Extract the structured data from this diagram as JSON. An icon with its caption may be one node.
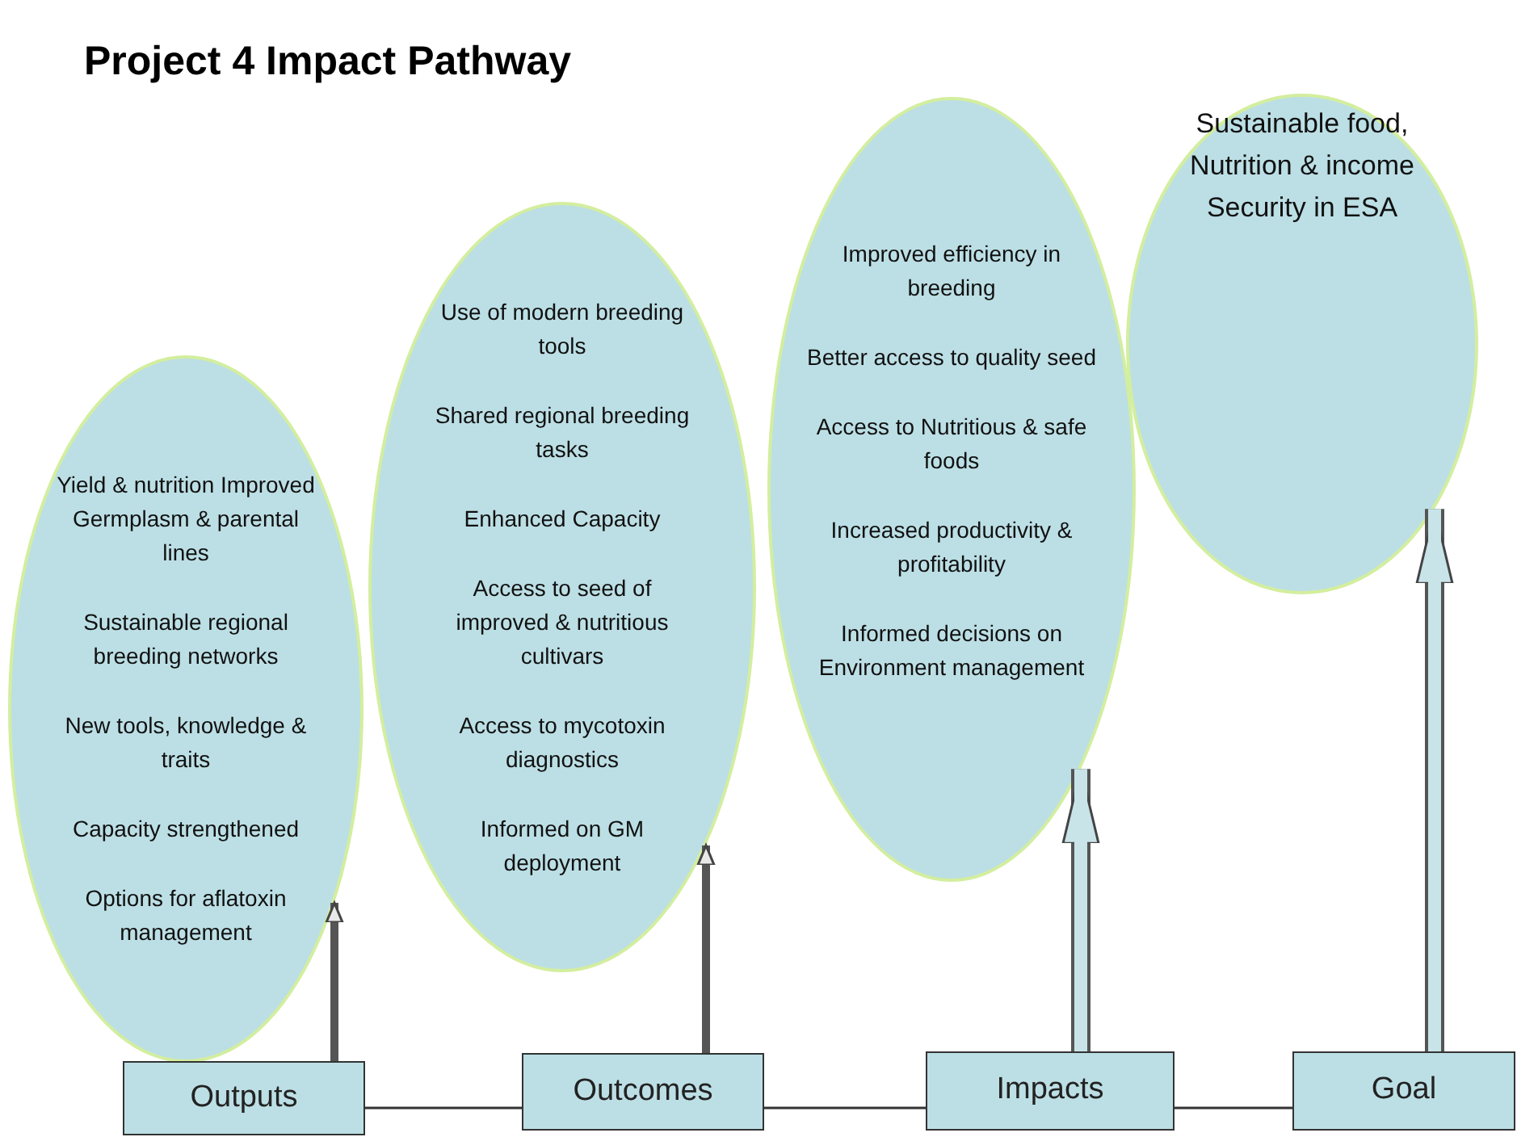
{
  "diagram": {
    "title": "Project 4 Impact Pathway",
    "nodes": [
      {
        "text": [
          "Yield & nutrition Improved Germplasm & parental lines",
          "Sustainable regional breeding networks",
          "New tools, knowledge & traits",
          "Capacity strengthened",
          "Options for aflatoxin management"
        ]
      },
      {
        "text": [
          "Use of modern breeding tools",
          "Shared regional breeding tasks",
          "Enhanced Capacity",
          "Access to seed of improved & nutritious cultivars",
          "Access to mycotoxin diagnostics",
          "Informed on GM deployment"
        ]
      },
      {
        "text": [
          "Improved efficiency in breeding",
          "Better access to quality seed",
          "Access to Nutritious & safe foods",
          "Increased productivity & profitability",
          "Informed decisions on Environment management"
        ]
      },
      {
        "text": [
          "Sustainable food, Nutrition & income Security in ESA"
        ]
      },
      {
        "text": [
          "Outputs"
        ]
      },
      {
        "text": [
          "Outcomes"
        ]
      },
      {
        "text": [
          "Impacts"
        ]
      },
      {
        "text": [
          "Goal"
        ]
      }
    ],
    "edges": [
      {
        "from": 4,
        "to": 0,
        "arrow": "to"
      },
      {
        "from": 5,
        "to": 1,
        "arrow": "to"
      },
      {
        "from": 6,
        "to": 2,
        "arrow": "to",
        "style": "thick"
      },
      {
        "from": 7,
        "to": 3,
        "arrow": "to",
        "style": "thick"
      },
      {
        "from": 4,
        "to": 5,
        "arrow": "none"
      },
      {
        "from": 5,
        "to": 6,
        "arrow": "none"
      },
      {
        "from": 6,
        "to": 7,
        "arrow": "none"
      }
    ]
  }
}
